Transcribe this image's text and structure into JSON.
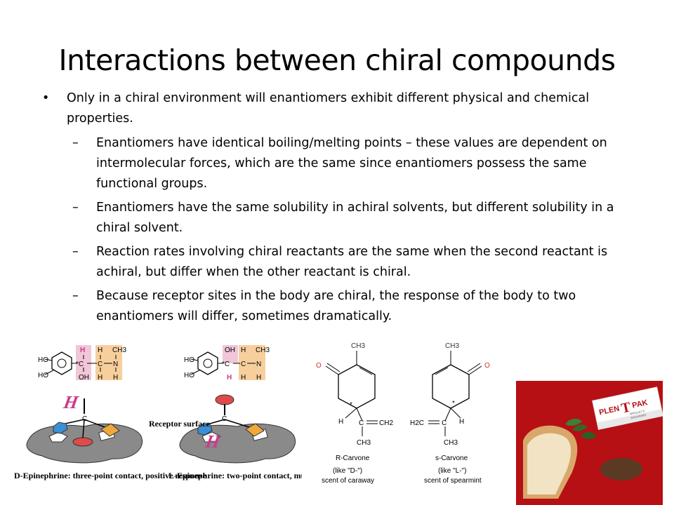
{
  "slide": {
    "title": "Interactions between chiral compounds",
    "bullet_main": "Only in a chiral environment will enantiomers exhibit different physical and chemical properties.",
    "sub_bullets": [
      "Enantiomers have identical boiling/melting points – these values are dependent on intermolecular forces, which are the same since enantiomers possess the same functional groups.",
      "Enantiomers have the same solubility in achiral solvents, but different solubility in a chiral solvent.",
      "Reaction rates involving chiral reactants are the same when the second reactant is achiral, but differ when the other reactant is chiral.",
      "Because receptor sites in the body are chiral, the response of the body to two enantiomers will differ, sometimes dramatically."
    ]
  },
  "epinephrine_figure": {
    "receptor_label": "Receptor surface",
    "d_caption": "D-Epinephrine: three-point contact, positive response",
    "l_caption": "L-Epinephrine: two-point contact, much smaller response",
    "atoms": {
      "ho": "HO",
      "oh": "OH",
      "h": "H",
      "c": "C",
      "n": "N",
      "ch3": "CH3",
      "star_c": "*C"
    }
  },
  "carvone_figure": {
    "r_name": "R-Carvone",
    "r_like": "(like \"D-\")",
    "r_scent": "scent of caraway",
    "s_name": "s-Carvone",
    "s_like": "(like \"L-\")",
    "s_scent": "scent of spearmint",
    "atoms": {
      "ch3": "CH3",
      "o": "O",
      "h": "H",
      "c": "C",
      "ch2": "CH2",
      "h2c": "H2C",
      "star": "*"
    }
  },
  "photo": {
    "brand_top": "PLEN",
    "brand_t": "T",
    "brand_pak": "PAK",
    "sub_brand": "WRIGLEY'S",
    "flavor": "SPEARMINT"
  },
  "colors": {
    "hydrogen_label": "#cc3a8a",
    "pink_fill": "#f1c6d8",
    "peach_fill": "#f7cf9c",
    "red_ball": "#e04a4a",
    "blue_hex": "#3b8fd6",
    "orange_square": "#f0a83a",
    "gray_surface": "#8a8a8a",
    "photo_bg": "#b60f14"
  }
}
